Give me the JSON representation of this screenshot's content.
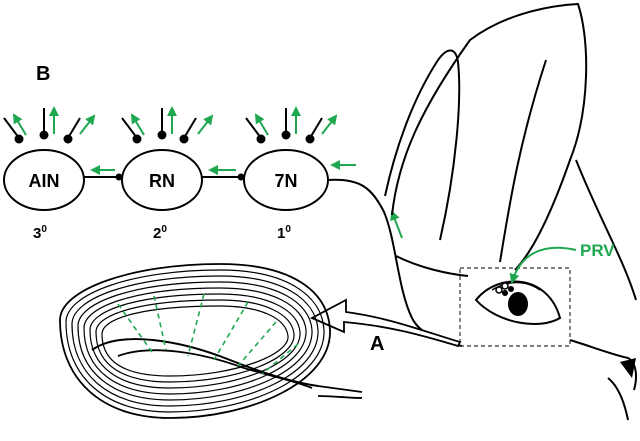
{
  "figure": {
    "panel_a_label": "A",
    "panel_b_label": "B",
    "virus_label": "PRV",
    "nodes": [
      {
        "name": "AIN",
        "order_base": "3",
        "order_sup": "0"
      },
      {
        "name": "RN",
        "order_base": "2",
        "order_sup": "0"
      },
      {
        "name": "7N",
        "order_base": "1",
        "order_sup": "0"
      }
    ]
  },
  "colors": {
    "tracer_green": "#1fa84f",
    "line_black": "#000000",
    "dashed_box": "#333333"
  }
}
